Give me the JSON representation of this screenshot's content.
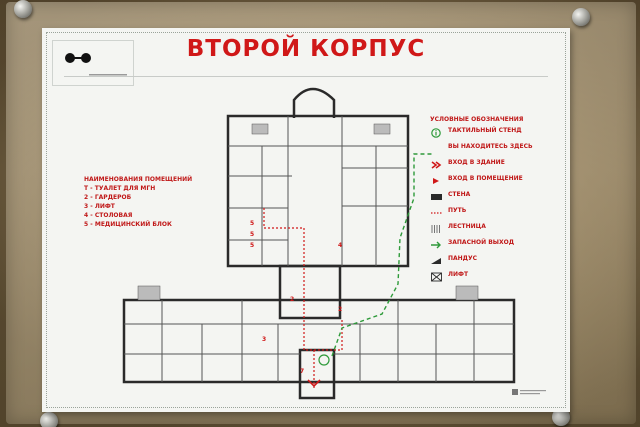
{
  "sign": {
    "title": "ВТОРОЙ КОРПУС",
    "logo": {
      "icon": "eyeglasses-icon"
    },
    "rooms": {
      "heading": "НАИМЕНОВАНИЯ ПОМЕЩЕНИЙ",
      "items": [
        "Т - ТУАЛЕТ ДЛЯ МГН",
        "2 - ГАРДЕРОБ",
        "3 - ЛИФТ",
        "4 - СТОЛОВАЯ",
        "5 - МЕДИЦИНСКИЙ БЛОК"
      ]
    },
    "legend": {
      "heading": "УСЛОВНЫЕ ОБОЗНАЧЕНИЯ",
      "items": [
        {
          "label": "ТАКТИЛЬНЫЙ СТЕНД",
          "icon": "info-circle-icon",
          "color": "#2e9a3a"
        },
        {
          "label": "ВЫ НАХОДИТЕСЬ ЗДЕСЬ",
          "icon": "you-are-here-icon",
          "color": "#d01818"
        },
        {
          "label": "ВХОД В ЗДАНИЕ",
          "icon": "double-chevron-icon",
          "color": "#d01818"
        },
        {
          "label": "ВХОД В ПОМЕЩЕНИЕ",
          "icon": "triangle-icon",
          "color": "#d01818"
        },
        {
          "label": "СТЕНА",
          "icon": "wall-swatch-icon",
          "color": "#2a2a2a"
        },
        {
          "label": "ПУТЬ",
          "icon": "path-dots-icon",
          "color": "#d01818"
        },
        {
          "label": "ЛЕСТНИЦА",
          "icon": "stairs-icon",
          "color": "#555555"
        },
        {
          "label": "ЗАПАСНОЙ ВЫХОД",
          "icon": "arrow-right-icon",
          "color": "#2e9a3a"
        },
        {
          "label": "ПАНДУС",
          "icon": "ramp-icon",
          "color": "#2a2a2a"
        },
        {
          "label": "ЛИФТ",
          "icon": "elevator-icon",
          "color": "#2a2a2a"
        }
      ]
    },
    "plan_labels": [
      "5",
      "5",
      "5",
      "4",
      "2",
      "2",
      "3",
      "7"
    ],
    "colors": {
      "title": "#d01818",
      "route": "#d01818",
      "exit": "#2e9a3a",
      "wall": "#2a2a2a"
    }
  }
}
